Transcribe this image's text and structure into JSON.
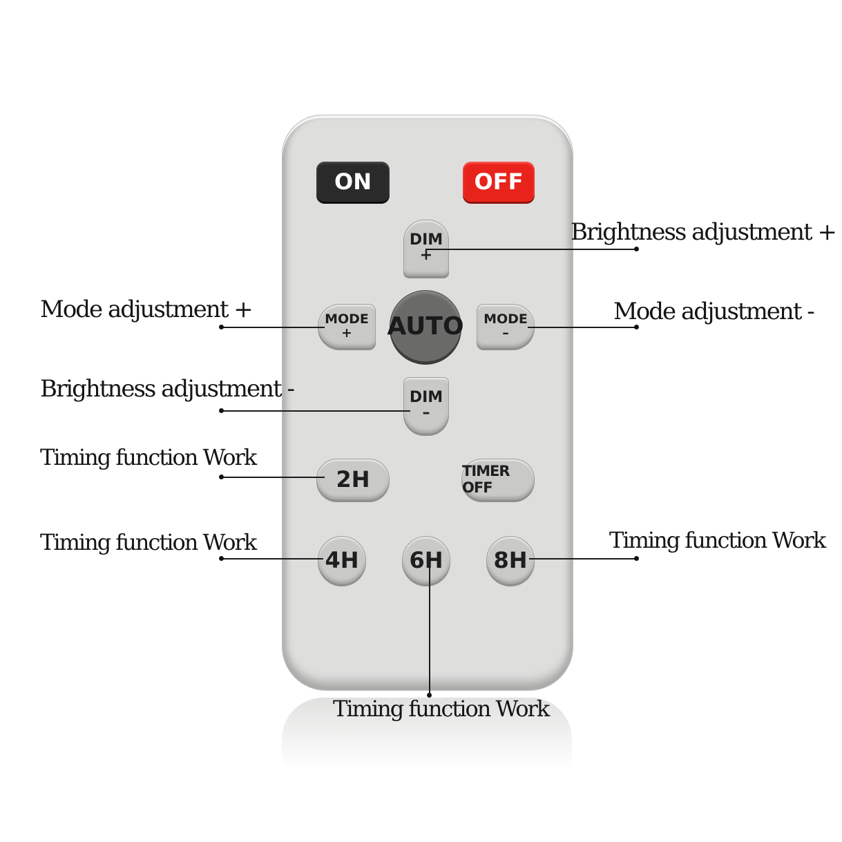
{
  "buttons": {
    "on": "ON",
    "off": "OFF",
    "dim_up": {
      "top": "DIM",
      "sign": "+"
    },
    "dim_down": {
      "top": "DIM",
      "sign": "–"
    },
    "mode_plus": {
      "top": "MODE",
      "sign": "+"
    },
    "mode_minus": {
      "top": "MODE",
      "sign": "–"
    },
    "auto": "AUTO",
    "h2": "2H",
    "timer_off": "TIMER OFF",
    "h4": "4H",
    "h6": "6H",
    "h8": "8H"
  },
  "annotations": {
    "brightness_plus": "Brightness adjustment +",
    "mode_plus": "Mode adjustment +",
    "mode_minus": "Mode adjustment -",
    "brightness_minus": "Brightness adjustment  -",
    "timing_2h": "Timing function Work",
    "timing_4h": "Timing function Work",
    "timing_8h": "Timing function Work",
    "timing_6h": "Timing function Work"
  },
  "colors": {
    "on_button": "#2a2a2a",
    "off_button": "#e8231b",
    "auto_button": "#6a6a68",
    "remote_body": "#dededd",
    "secondary_buttons": "#c9c9c7"
  }
}
